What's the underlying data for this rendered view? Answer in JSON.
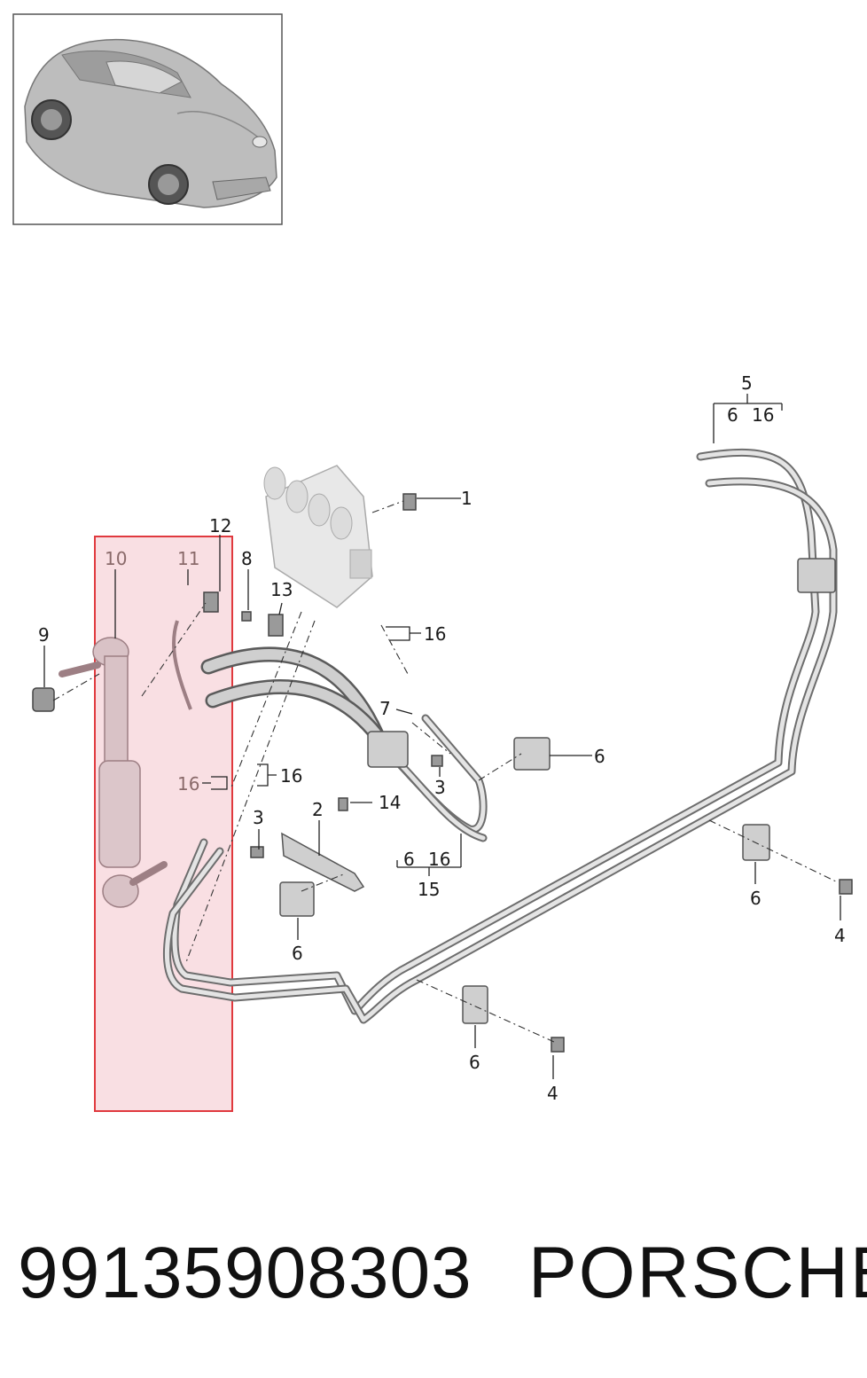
{
  "callouts": {
    "c1": "1",
    "c2": "2",
    "c3a": "3",
    "c3b": "3",
    "c4a": "4",
    "c4b": "4",
    "c5": "5",
    "c6a": "6",
    "c6b": "6",
    "c6c": "6",
    "c6d": "6",
    "c7": "7",
    "c8": "8",
    "c9": "9",
    "c10": "10",
    "c11": "11",
    "c12": "12",
    "c13": "13",
    "c14": "14",
    "c15": "15",
    "c16a": "16",
    "c16b": "16",
    "c16c": "16",
    "g5_6": "6",
    "g5_16": "16",
    "g15_6": "6",
    "g15_16": "16"
  },
  "footer": {
    "part_number": "99135908303",
    "brand": "PORSCHE"
  },
  "colors": {
    "highlight_fill": "#f9dfe3",
    "highlight_border": "#e0393e"
  }
}
